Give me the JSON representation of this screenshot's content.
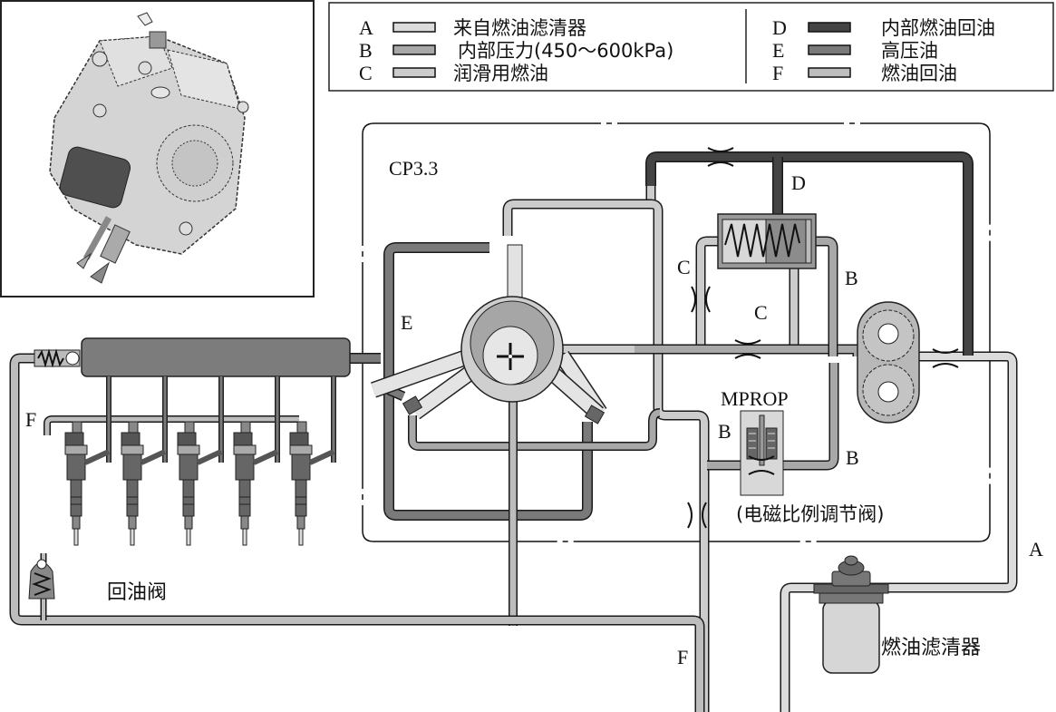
{
  "diagram": {
    "title": "CP3.3",
    "legend": [
      {
        "key": "A",
        "label": "来自燃油滤清器",
        "color": "#dcdcdc"
      },
      {
        "key": "B",
        "label": "内部压力(450～600kPa)",
        "color": "#a8a8a8"
      },
      {
        "key": "C",
        "label": "润滑用燃油",
        "color": "#cccccc"
      },
      {
        "key": "D",
        "label": "内部燃油回油",
        "color": "#444444"
      },
      {
        "key": "E",
        "label": "高压油",
        "color": "#7a7a7a"
      },
      {
        "key": "F",
        "label": "燃油回油",
        "color": "#bdbdbd"
      }
    ],
    "labels": {
      "E": "E",
      "D": "D",
      "C1": "C",
      "C2": "C",
      "B1": "B",
      "B2": "B",
      "B3": "B",
      "A": "A",
      "F1": "F",
      "F2": "F",
      "mprop": "MPROP",
      "mprop_desc": "(电磁比例调节阀)",
      "return_valve": "回油阀",
      "fuel_filter": "燃油滤清器"
    },
    "injector_count": 5
  }
}
